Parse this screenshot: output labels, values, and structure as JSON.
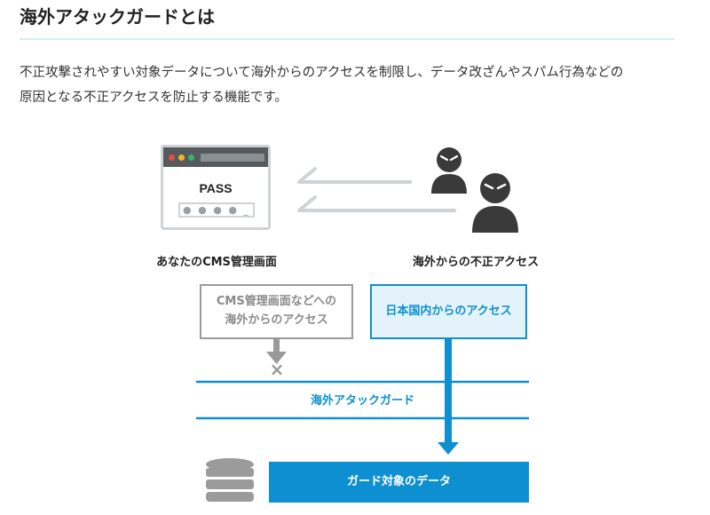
{
  "heading": "海外アタックガードとは",
  "description": [
    "不正攻撃されやすい対象データについて海外からのアクセスを制限し、データ改ざんやスパム行為などの",
    "原因となる不正アクセスを防止する機能です。"
  ],
  "diagram": {
    "browser_pass_label": "PASS",
    "browser_password_mask": "● ● ● ● _",
    "cms_caption": "あなたのCMS管理画面",
    "attacker_caption": "海外からの不正アクセス",
    "blocked_box_lines": [
      "CMS管理画面などへの",
      "海外からのアクセス"
    ],
    "allowed_box": "日本国内からのアクセス",
    "blocked_mark": "×",
    "guard_label": "海外アタックガード",
    "data_box": "ガード対象のデータ",
    "colors": {
      "accent_blue": "#0d8fd2",
      "light_blue": "#e4f3fb",
      "gray": "#9a9a9a",
      "dark_figure": "#3a3a3a"
    }
  }
}
